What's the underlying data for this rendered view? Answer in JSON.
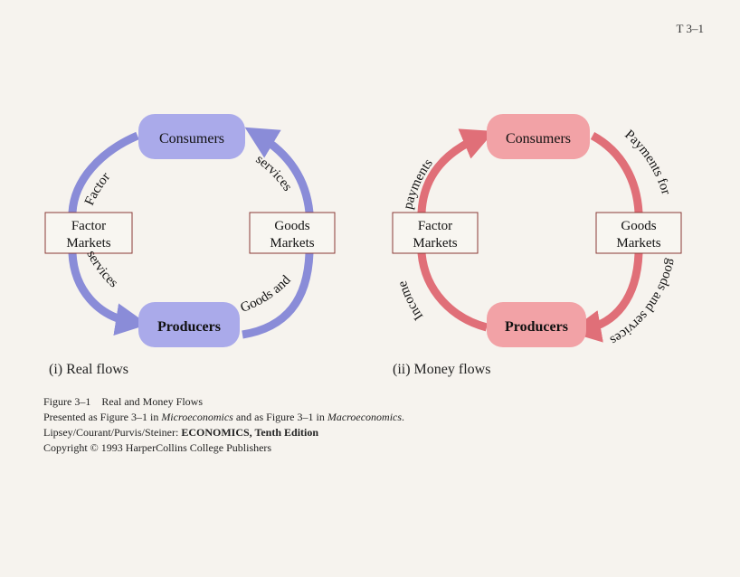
{
  "page_label": "T 3–1",
  "colors": {
    "real_flow": "#8a8cd8",
    "real_node": "#aaaaea",
    "money_flow": "#e06f78",
    "money_node": "#f2a2a6",
    "market_border": "#8a3a36"
  },
  "real_flows": {
    "consumers": "Consumers",
    "producers": "Producers",
    "factor_markets": [
      "Factor",
      "Markets"
    ],
    "goods_markets": [
      "Goods",
      "Markets"
    ],
    "arc_factor": "Factor",
    "arc_services_left": "services",
    "arc_services_right": "services",
    "arc_goods_and": "Goods and",
    "caption": "(i) Real flows"
  },
  "money_flows": {
    "consumers": "Consumers",
    "producers": "Producers",
    "factor_markets": [
      "Factor",
      "Markets"
    ],
    "goods_markets": [
      "Goods",
      "Markets"
    ],
    "arc_payments_left": "payments",
    "arc_income": "Income",
    "arc_payments_for": "Payments for",
    "arc_goods_services": "goods and services",
    "caption": "(ii) Money flows"
  },
  "notes": {
    "figure_label": "Figure 3–1",
    "figure_title": "Real and Money Flows",
    "presented_prefix": "Presented as Figure 3–1 in ",
    "micro": "Microeconomics",
    "presented_mid": " and as Figure 3–1 in ",
    "macro": "Macroeconomics",
    "presented_end": ".",
    "authors": "Lipsey/Courant/Purvis/Steiner: ",
    "book": "ECONOMICS, Tenth Edition",
    "copyright": "Copyright © 1993 HarperCollins College Publishers"
  }
}
